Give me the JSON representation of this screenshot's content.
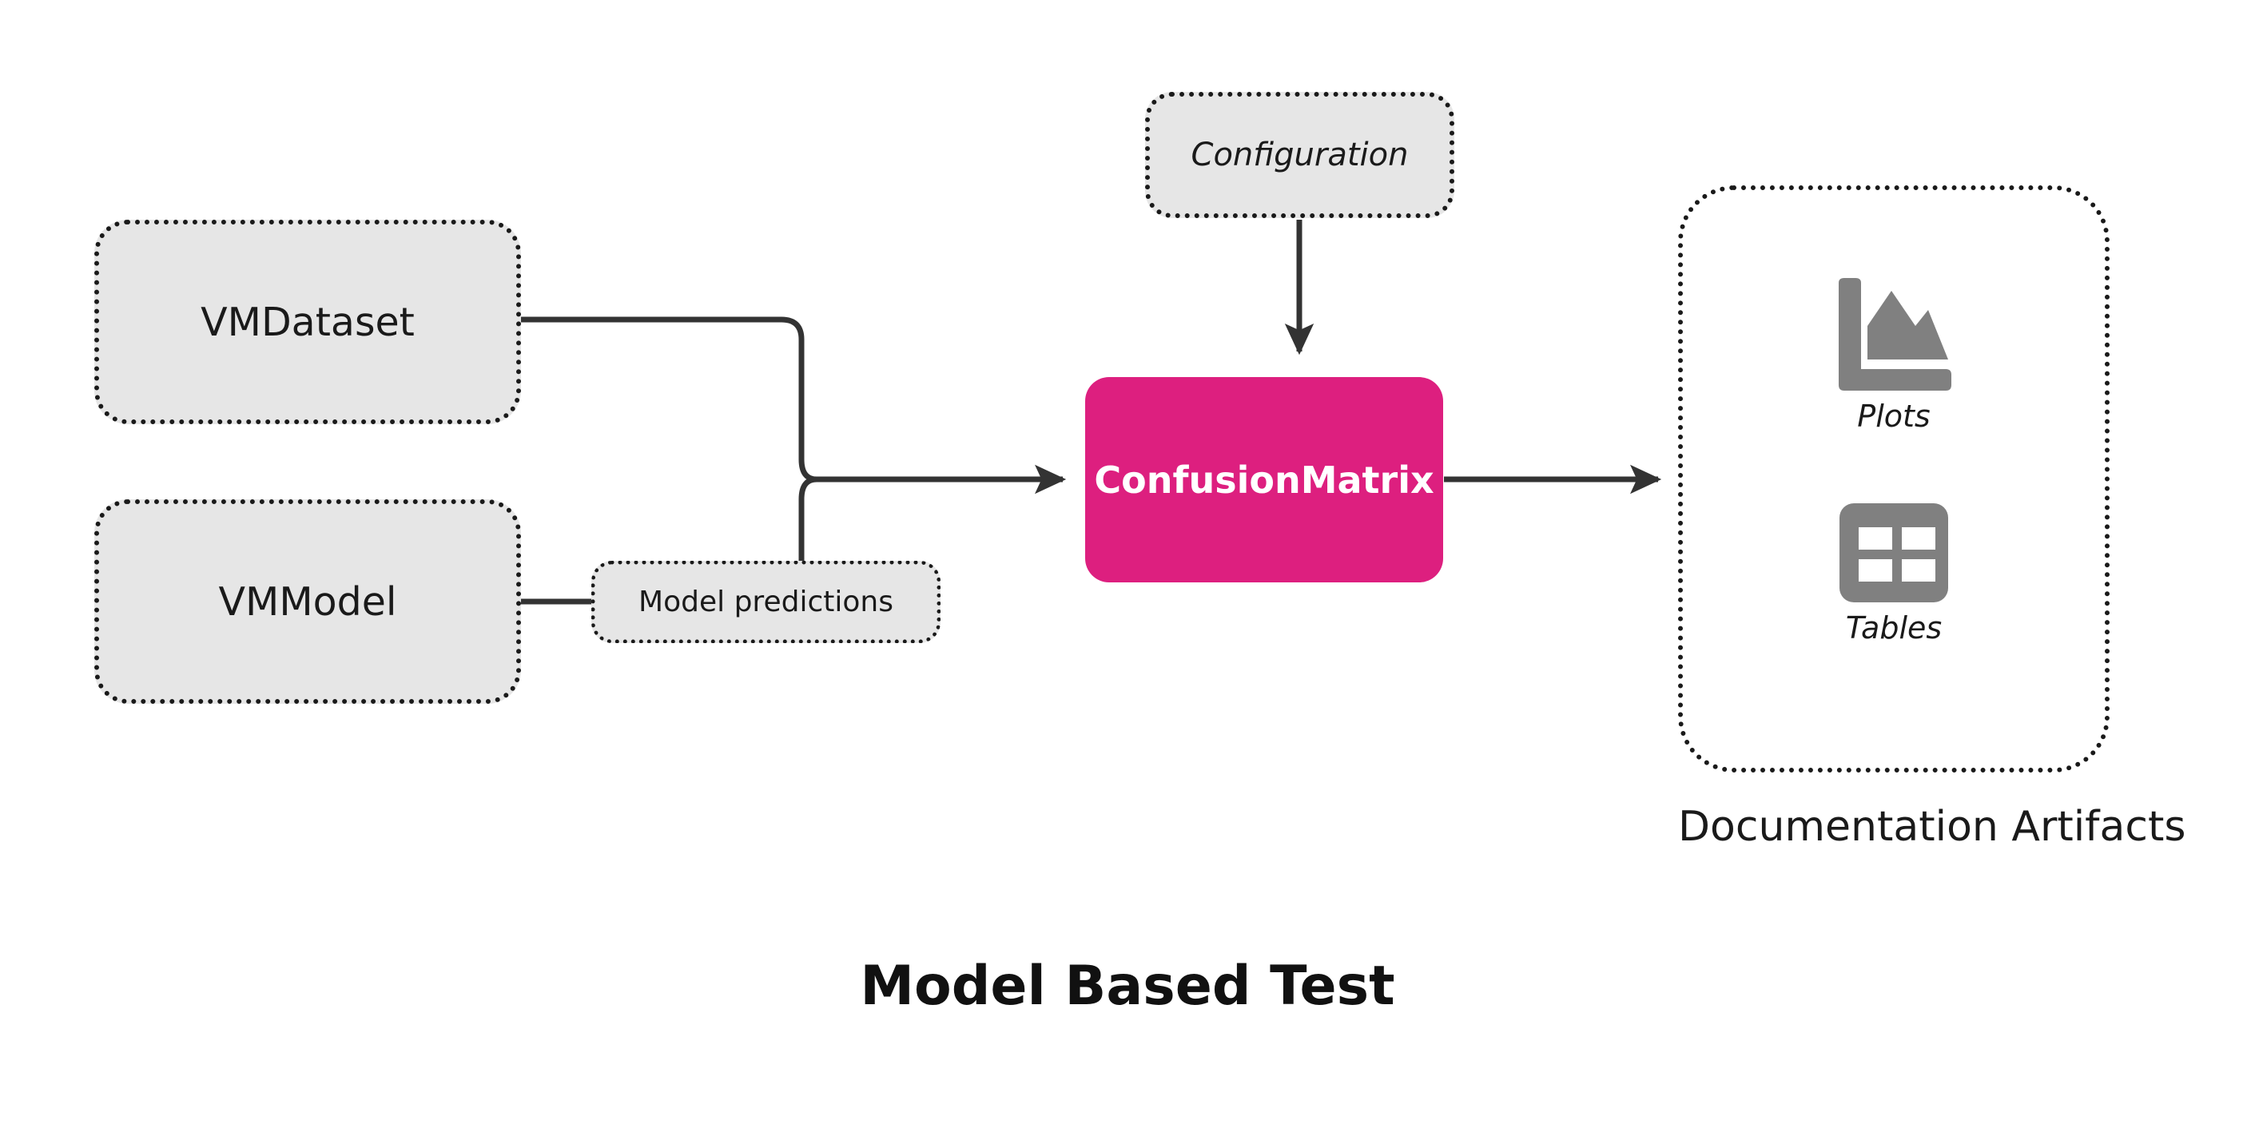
{
  "diagram": {
    "title": "Model Based Test",
    "accent_color": "#dd1f7f",
    "node_fill": "#e6e6e6",
    "icon_color": "#808080",
    "line_color": "#333333"
  },
  "inputs": [
    {
      "id": "vmdataset",
      "label": "VMDataset"
    },
    {
      "id": "vmmodel",
      "label": "VMModel"
    }
  ],
  "edge_labels": [
    {
      "id": "model-predictions",
      "label": "Model predictions"
    }
  ],
  "config": {
    "label": "Configuration"
  },
  "process": {
    "label": "ConfusionMatrix"
  },
  "artifacts": {
    "title": "Documentation Artifacts",
    "items": [
      {
        "id": "plots",
        "label": "Plots",
        "icon": "area-chart-icon"
      },
      {
        "id": "tables",
        "label": "Tables",
        "icon": "table-grid-icon"
      }
    ]
  }
}
